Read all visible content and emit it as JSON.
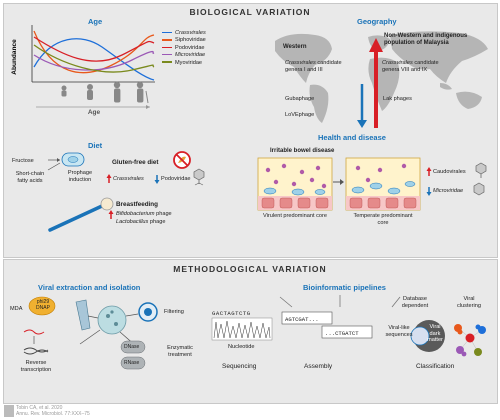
{
  "bio_section": {
    "title": "BIOLOGICAL VARIATION",
    "age": {
      "title": "Age",
      "ylabel": "Abundance",
      "xlabel": "Age",
      "legend": [
        {
          "label": "Crassvirales",
          "color": "#1e6fd9",
          "italic": true
        },
        {
          "label": "Siphoviridae",
          "color": "#e8591c",
          "italic": false
        },
        {
          "label": "Podoviridae",
          "color": "#d81f26",
          "italic": false
        },
        {
          "label": "Microviridae",
          "color": "#9b59b6",
          "italic": true
        },
        {
          "label": "Myoviridae",
          "color": "#7a8a1e",
          "italic": false
        }
      ]
    },
    "geography": {
      "title": "Geography",
      "western": "Western",
      "nonwestern": "Non-Western and indigenous population of Malaysia",
      "western_crass_1": "Crassvirales",
      "western_crass_2": " candidate",
      "western_crass_3": "genera I and III",
      "nonwestern_crass_1": "Crassvirales",
      "nonwestern_crass_2": " candidate",
      "nonwestern_crass_3": "genera VIII and IX",
      "gubaphage": "Gubaphage",
      "lovephage": "LoVEphage",
      "lak": "Lak phages"
    },
    "diet": {
      "title": "Diet",
      "fructose": "Fructose",
      "scfa": "Short-chain fatty acids",
      "prophage": "Prophage induction",
      "gluten": "Gluten-free diet",
      "crass": "Crassvirales",
      "podo": "Podoviridae",
      "breastfeeding": "Breastfeeding",
      "bifido": "Bifidobacterium",
      "lacto": "Lactobacillus",
      "phage": " phage"
    },
    "health": {
      "title": "Health and disease",
      "ibd": "Irritable bowel disease",
      "virulent": "Virulent predominant core",
      "temperate": "Temperate predominant core",
      "caudo": "Caudovirales",
      "micro": "Microviridae"
    }
  },
  "method_section": {
    "title": "METHODOLOGICAL VARIATION",
    "extraction": {
      "title": "Viral extraction and isolation",
      "mda": "MDA",
      "phi29": "phi29 DNAP",
      "filtering": "Filtering",
      "dnase": "DNase",
      "rnase": "RNase",
      "enzymatic": "Enzymatic treatment",
      "rt": "Reverse transcription"
    },
    "bioinfo": {
      "title": "Bioinformatic pipelines",
      "seq_text": "GACTAGTCTG",
      "seq_label": "Nucleotide",
      "sequencing": "Sequencing",
      "contig1": "AGTCGAT...",
      "contig2": "...CTGATCT",
      "assembly": "Assembly",
      "database": "Database dependent",
      "viral_clustering": "Viral clustering",
      "viral_like": "Viral-like sequences",
      "dark_matter": "Viral dark matter",
      "classification": "Classification"
    }
  },
  "footer": {
    "citation": "Tobin CA, et al. 2020",
    "journal": "Annu. Rev. Microbiol. 77:XXX–75"
  },
  "colors": {
    "panel_bg": "#e9e9e9",
    "accent_blue": "#1a73b8",
    "arrow_red": "#d81f26",
    "arrow_blue": "#1a73b8"
  }
}
